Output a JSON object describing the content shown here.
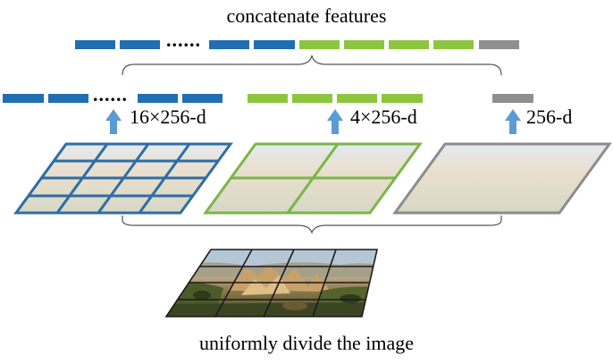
{
  "title": "concatenate features",
  "caption": "uniformly divide the image",
  "ellipsis": "......",
  "levels": [
    {
      "dim_label": "16×256-d",
      "grid": 4,
      "color": "#2e6da4"
    },
    {
      "dim_label": "4×256-d",
      "grid": 2,
      "color": "#7ab648"
    },
    {
      "dim_label": "256-d",
      "grid": 1,
      "color": "#8c8c8c"
    }
  ],
  "colors": {
    "blue": "#1f6fb2",
    "green": "#8cc63f",
    "gray": "#8f8f8f",
    "arrow": "#5b9bd5",
    "brace": "#555555"
  }
}
